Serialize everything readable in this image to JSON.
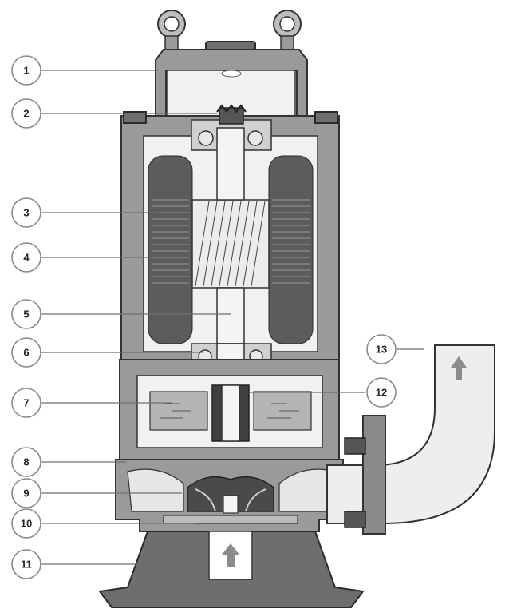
{
  "callouts": [
    {
      "id": "1",
      "label": "1"
    },
    {
      "id": "2",
      "label": "2"
    },
    {
      "id": "3",
      "label": "3"
    },
    {
      "id": "4",
      "label": "4"
    },
    {
      "id": "5",
      "label": "5"
    },
    {
      "id": "6",
      "label": "6"
    },
    {
      "id": "7",
      "label": "7"
    },
    {
      "id": "8",
      "label": "8"
    },
    {
      "id": "9",
      "label": "9"
    },
    {
      "id": "10",
      "label": "10"
    },
    {
      "id": "11",
      "label": "11"
    },
    {
      "id": "12",
      "label": "12"
    },
    {
      "id": "13",
      "label": "13"
    }
  ],
  "colors": {
    "casing": "#9a9a9a",
    "casing_dark": "#6e6e6e",
    "winding": "#5c5c5c",
    "inner": "#f1f1f1",
    "arrow": "#8c8c8c"
  }
}
